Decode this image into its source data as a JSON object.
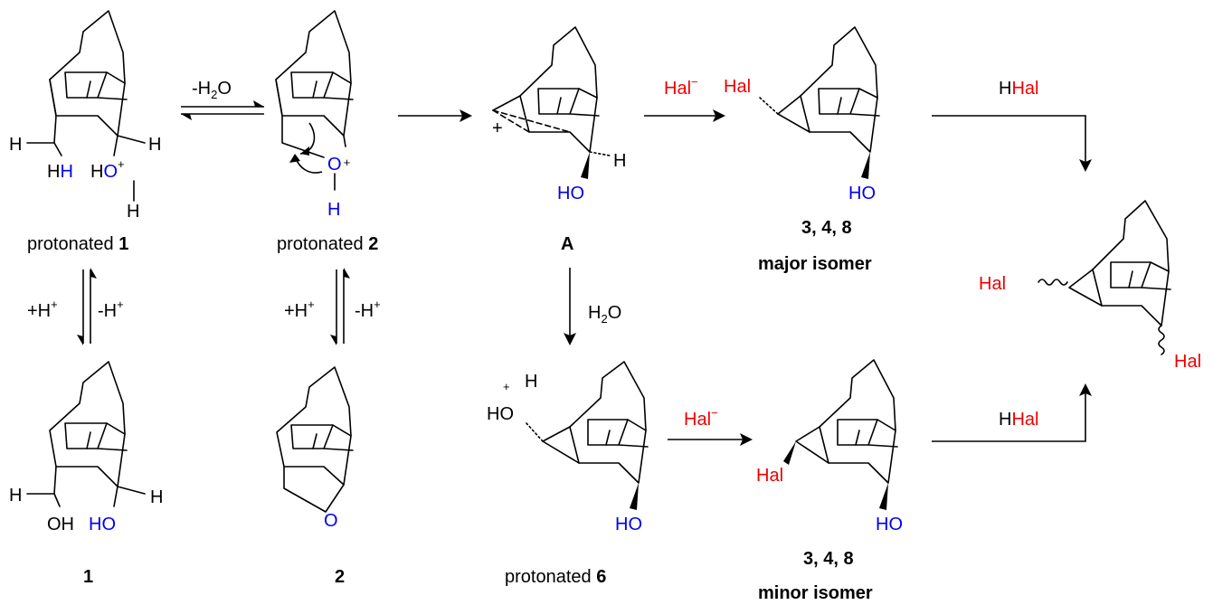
{
  "labels": {
    "protonated_1": {
      "prefix": "protonated ",
      "num": "1"
    },
    "protonated_2": {
      "prefix": "protonated ",
      "num": "2"
    },
    "intermediate_A": "A",
    "cmpd_1": "1",
    "cmpd_2": "2",
    "protonated_6": {
      "prefix": "protonated ",
      "num": "6"
    },
    "major": {
      "nums": "3, 4, 8",
      "isomer": "major isomer"
    },
    "minor": {
      "nums": "3, 4, 8",
      "isomer": "minor isomer"
    }
  },
  "reagents": {
    "minus_water": {
      "a": "-H",
      "sub": "2",
      "b": "O"
    },
    "plus_h_left": {
      "a": "+H",
      "sup": "+"
    },
    "minus_h_left": {
      "a": "-H",
      "sup": "+"
    },
    "plus_h_right": {
      "a": "+H",
      "sup": "+"
    },
    "minus_h_right": {
      "a": "-H",
      "sup": "+"
    },
    "water": {
      "a": "H",
      "sub": "2",
      "b": "O"
    },
    "halide_top": {
      "a": "Hal",
      "sup": "−"
    },
    "halide_bottom": {
      "a": "Hal",
      "sup": "−"
    },
    "hhal_top": {
      "h": "H",
      "hal": "Hal"
    },
    "hhal_bottom": {
      "h": "H",
      "hal": "Hal"
    }
  },
  "atoms": {
    "H": "H",
    "OH": "OH",
    "HO": "HO",
    "O": "O",
    "plus": "+",
    "Hal": "Hal"
  },
  "colors": {
    "oxygen": "#0000ee",
    "halogen": "#ee0000",
    "bond": "#000000"
  }
}
